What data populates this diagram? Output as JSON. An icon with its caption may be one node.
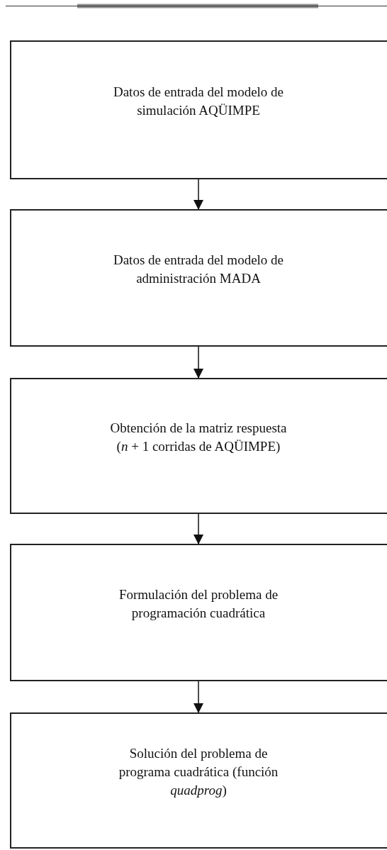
{
  "diagram": {
    "nodes": [
      {
        "text": [
          "Datos de entrada del modelo de simulación AQÜIMPE"
        ]
      },
      {
        "text": [
          "Datos de entrada del modelo de administración MADA"
        ]
      },
      {
        "text": [
          "Obtención de la matriz respuesta (*n* + 1 corridas de AQÜIMPE)"
        ]
      },
      {
        "text": [
          "Formulación del problema de programación cuadrática"
        ]
      },
      {
        "text": [
          "Solución del problema de programa cuadrática (función *quadprog*)"
        ]
      }
    ],
    "edges": [
      {
        "from": 0,
        "to": 1,
        "arrow": "to"
      },
      {
        "from": 1,
        "to": 2,
        "arrow": "to"
      },
      {
        "from": 2,
        "to": 3,
        "arrow": "to"
      },
      {
        "from": 3,
        "to": 4,
        "arrow": "to"
      }
    ]
  }
}
